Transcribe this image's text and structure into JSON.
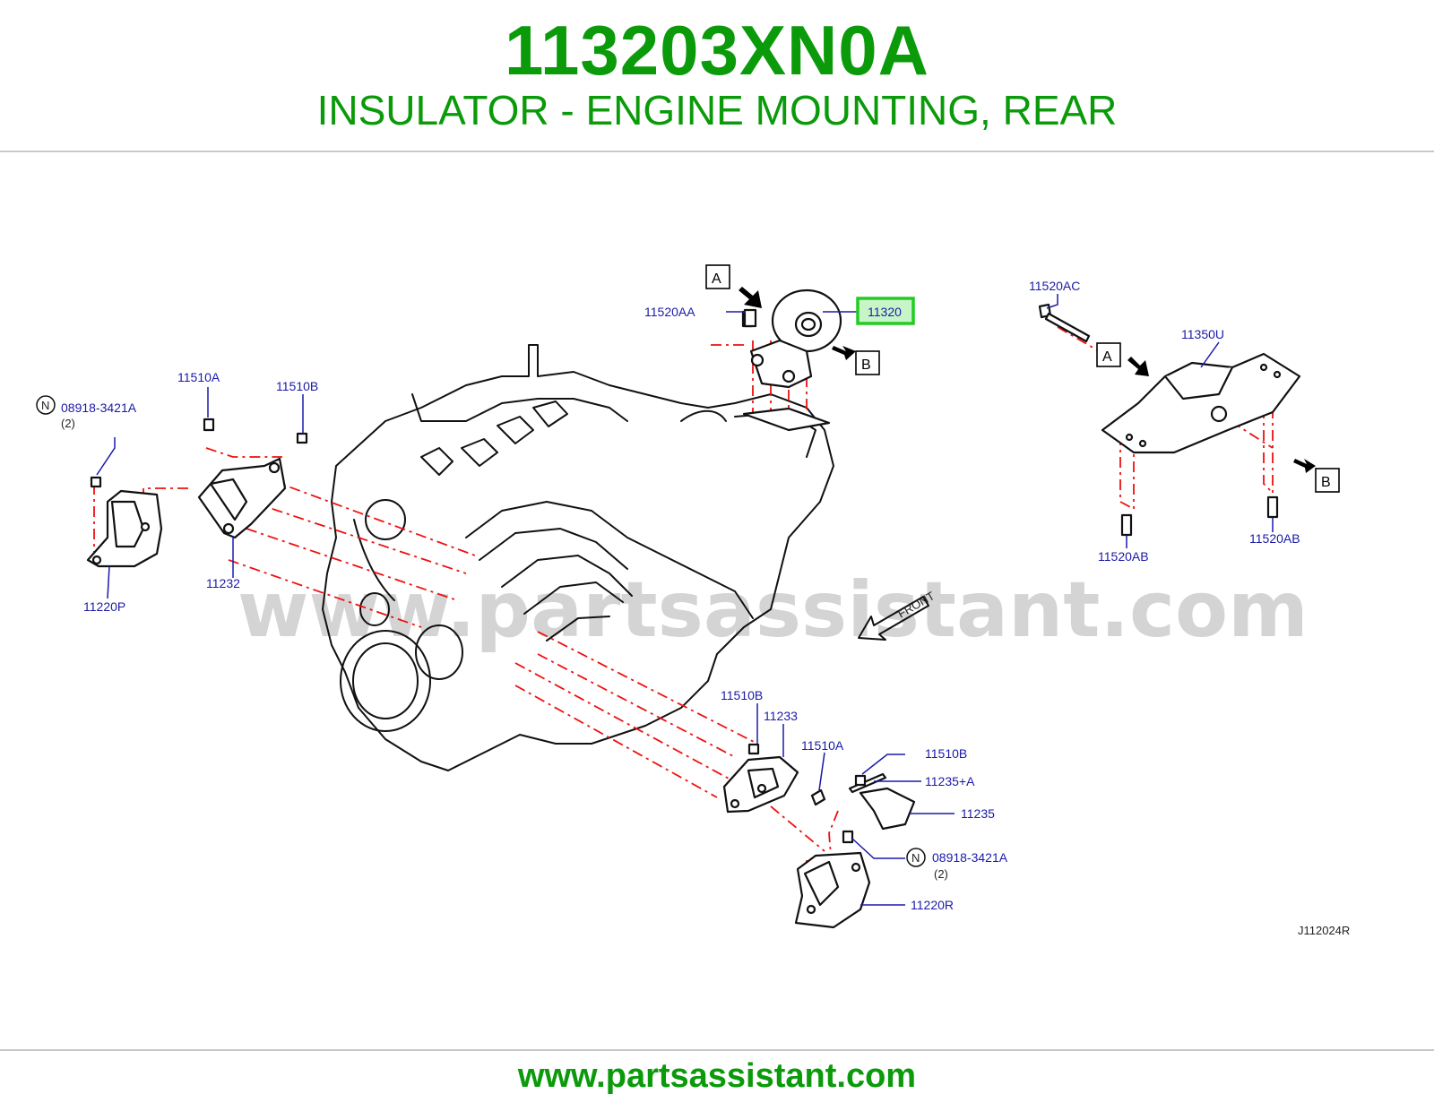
{
  "header": {
    "part_number": "113203XN0A",
    "part_name": "INSULATOR - ENGINE MOUNTING, REAR"
  },
  "diagram": {
    "watermark": "www.partsassistant.com",
    "diagram_code": "J112024R",
    "front_label": "FRONT",
    "ref_a": "A",
    "ref_b": "B",
    "callouts": {
      "c11520AA": "11520AA",
      "c11320": "11320",
      "c11520AC": "11520AC",
      "c11350U": "11350U",
      "c11520AB_left": "11520AB",
      "c11520AB_right": "11520AB",
      "c11510A_top": "11510A",
      "c11510B_top": "11510B",
      "c08918_left": "08918-3421A",
      "c08918_left_qty": "(2)",
      "c11232": "11232",
      "c11220P": "11220P",
      "c11510B_mid": "11510B",
      "c11233": "11233",
      "c11510A_bottom": "11510A",
      "c11510B_right": "11510B",
      "c11235A": "11235+A",
      "c11235": "11235",
      "c08918_right": "08918-3421A",
      "c08918_right_qty": "(2)",
      "c11220R": "11220R",
      "n_marker": "N"
    },
    "highlight": {
      "part": "11320",
      "border_color": "#22cc22",
      "fill_color": "#c8f5c8"
    }
  },
  "footer": {
    "url": "www.partsassistant.com"
  }
}
